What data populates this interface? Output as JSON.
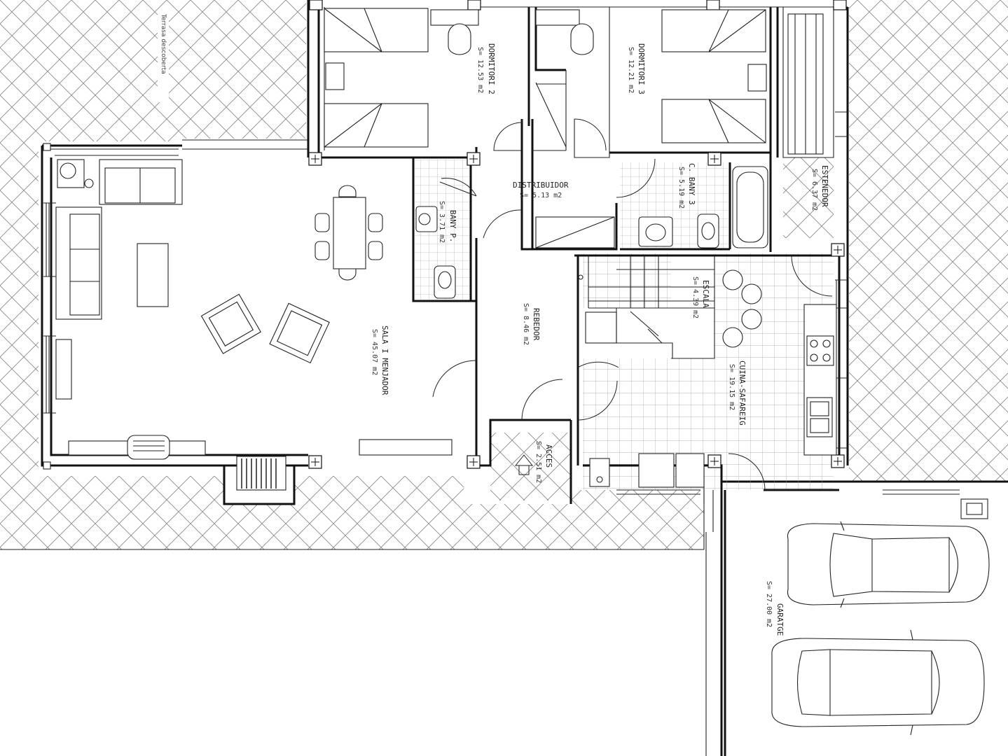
{
  "plan_title": "",
  "rooms": [
    {
      "id": "dormitori-2",
      "name": "DORMITORI 2",
      "area": "S= 12.53 m2"
    },
    {
      "id": "dormitori-3",
      "name": "DORMITORI 3",
      "area": "S= 12.21 m2"
    },
    {
      "id": "distribuidor",
      "name": "DISTRIBUIDOR",
      "area": "S= 5.13 m2"
    },
    {
      "id": "bany-p",
      "name": "BANY P.",
      "area": "S= 3.71 m2"
    },
    {
      "id": "c-bany-3",
      "name": "C. BANY 3",
      "area": "S= 5.19 m2"
    },
    {
      "id": "estenedor",
      "name": "ESTENEDOR",
      "area": "S= 6.37 m2"
    },
    {
      "id": "sala-menjador",
      "name": "SALA I MENJADOR",
      "area": "S= 45.07 m2"
    },
    {
      "id": "rebedor",
      "name": "REBEDOR",
      "area": "S= 8.46 m2"
    },
    {
      "id": "escala",
      "name": "ESCALA",
      "area": "S= 4.39 m2"
    },
    {
      "id": "cuina-safareig",
      "name": "CUINA-SAFAREIG",
      "area": "S= 19.15 m2"
    },
    {
      "id": "acces",
      "name": "ACCES",
      "area": "S= 2.51 m2"
    },
    {
      "id": "garatge",
      "name": "GARATGE",
      "area": "S= 27.00 m2"
    }
  ],
  "terrace_label": "Terrasa descoberta",
  "colors": {
    "line": "#111111",
    "hatch": "#8a8a8a",
    "tile": "#9a9a9a",
    "background": "#ffffff"
  }
}
